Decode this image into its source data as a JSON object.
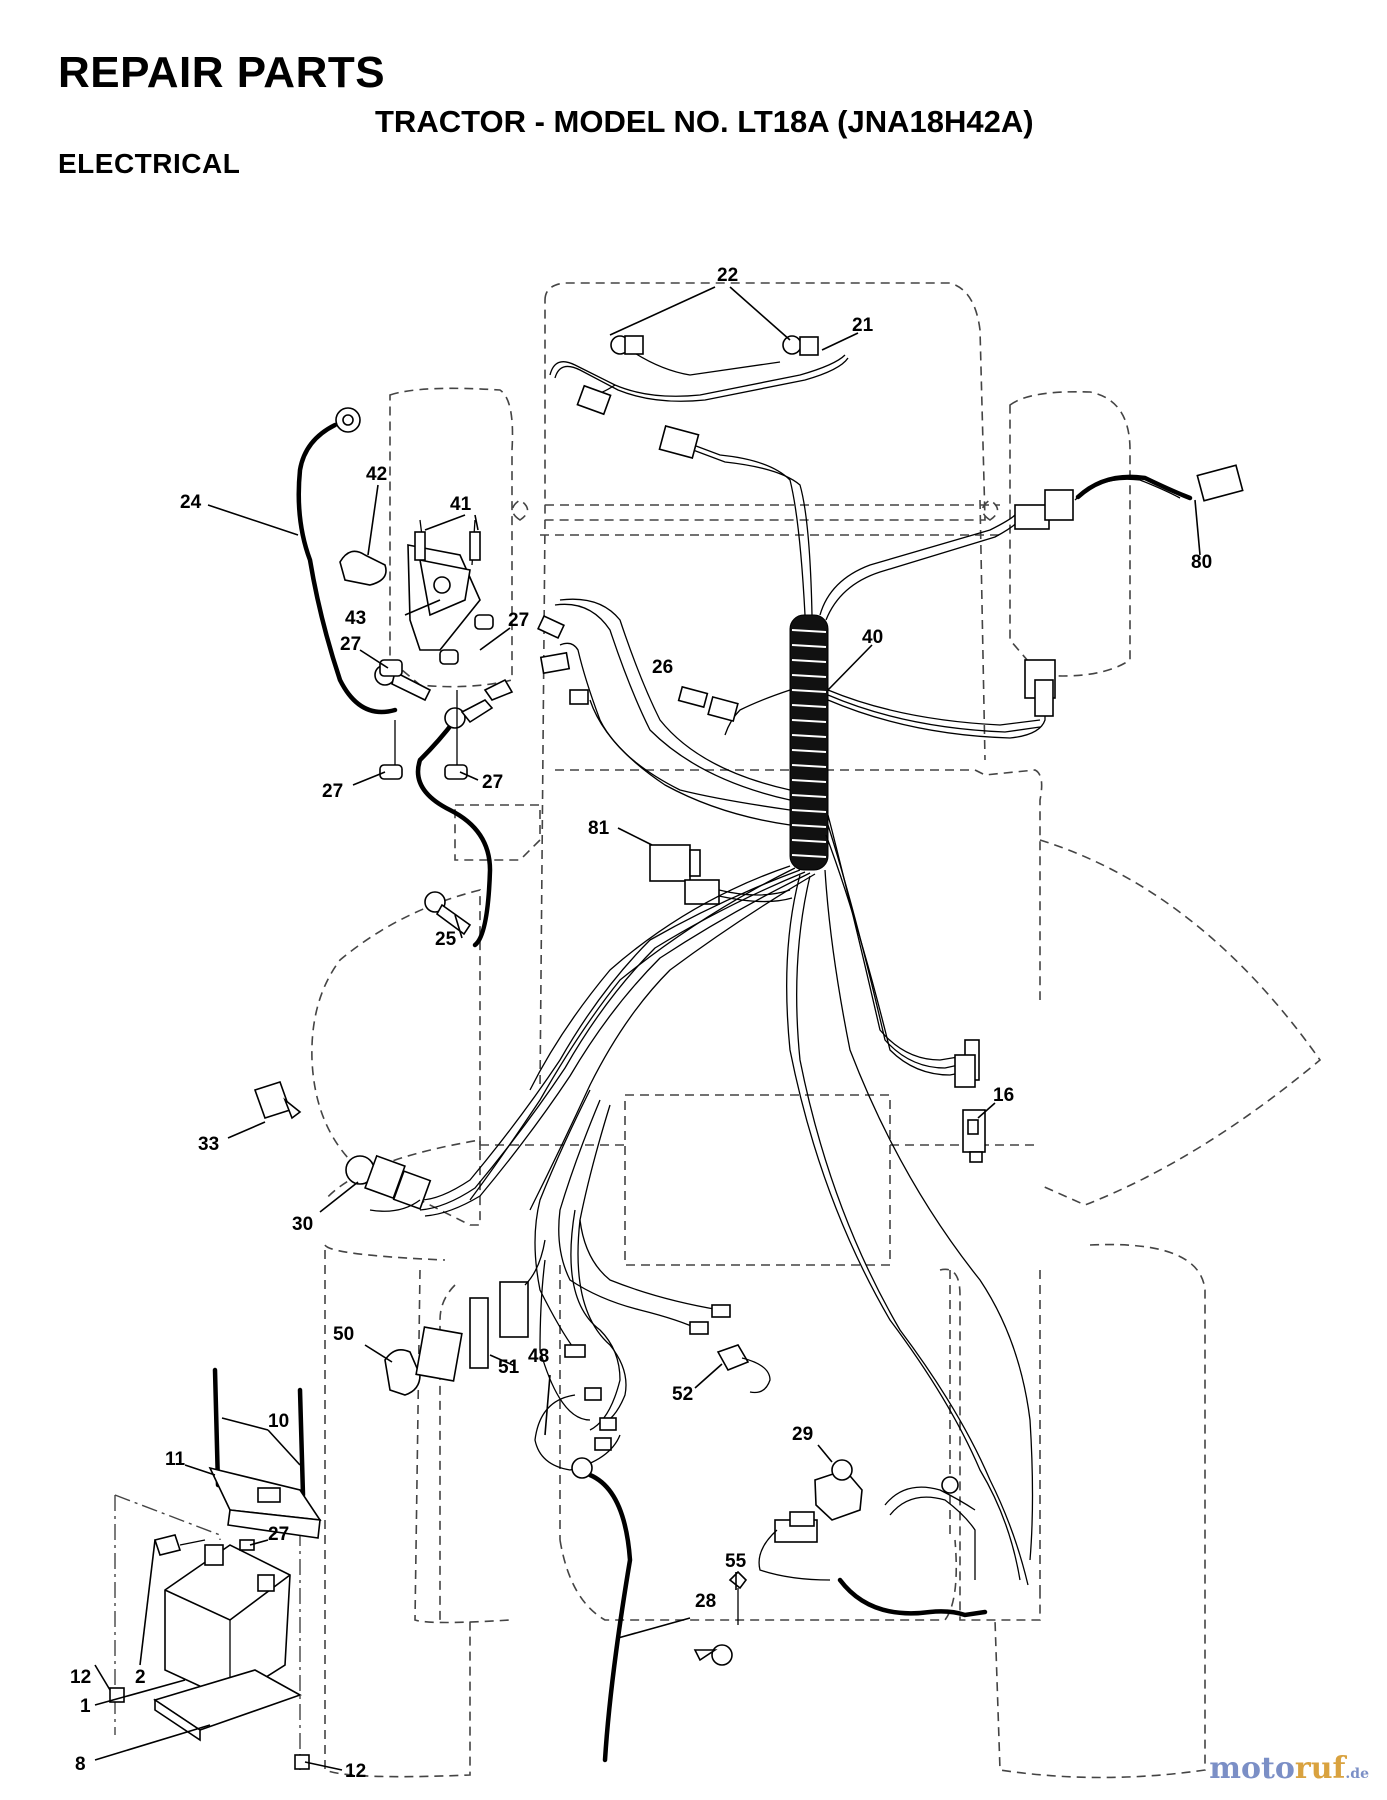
{
  "header": {
    "title": "REPAIR PARTS",
    "subtitle": "TRACTOR - MODEL NO. LT18A (JNA18H42A)",
    "section": "ELECTRICAL"
  },
  "callouts": {
    "c22": "22",
    "c21": "21",
    "c42": "42",
    "c41": "41",
    "c24": "24",
    "c43": "43",
    "c27a": "27",
    "c27b": "27",
    "c27c": "27",
    "c27d": "27",
    "c27e": "27",
    "c40": "40",
    "c26": "26",
    "c80": "80",
    "c81": "81",
    "c25": "25",
    "c16": "16",
    "c33": "33",
    "c30": "30",
    "c50": "50",
    "c51": "51",
    "c48": "48",
    "c52": "52",
    "c29": "29",
    "c10": "10",
    "c11": "11",
    "c55": "55",
    "c28": "28",
    "c12a": "12",
    "c12b": "12",
    "c2": "2",
    "c1": "1",
    "c8": "8"
  },
  "watermark": {
    "brand_a": "moto",
    "brand_b": "ruf",
    "suffix": ".de"
  }
}
